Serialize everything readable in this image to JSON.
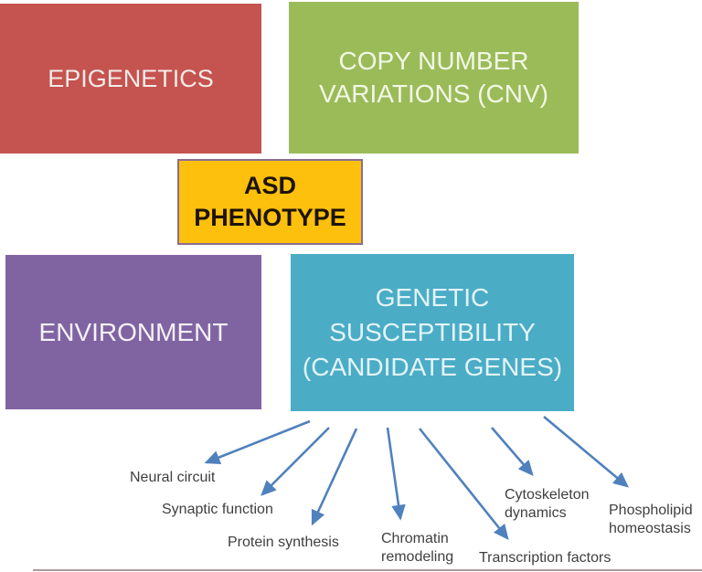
{
  "diagram": {
    "title_context": "ASD phenotype contributing factors diagram",
    "boxes": {
      "epigenetics": {
        "label": "EPIGENETICS",
        "color": "#c5534f"
      },
      "cnv": {
        "line1": "COPY NUMBER",
        "line2": "VARIATIONS (CNV)",
        "color": "#9bbb59"
      },
      "asd_phenotype": {
        "line1": "ASD",
        "line2": "PHENOTYPE",
        "color": "#fcc00d",
        "border_color": "#8a6d92"
      },
      "environment": {
        "label": "ENVIRONMENT",
        "color": "#8064a2"
      },
      "genetic_susceptibility": {
        "line1": "GENETIC",
        "line2": "SUSCEPTIBILITY",
        "line3": "(CANDIDATE GENES)",
        "color": "#4bacc6"
      }
    },
    "arrow_color": "#4f81bd",
    "label_color": "#3f3f3f",
    "targets": [
      {
        "id": "neural-circuit",
        "lines": [
          "Neural circuit"
        ]
      },
      {
        "id": "synaptic-function",
        "lines": [
          "Synaptic function"
        ]
      },
      {
        "id": "protein-synthesis",
        "lines": [
          "Protein synthesis"
        ]
      },
      {
        "id": "chromatin-remodeling",
        "lines": [
          "Chromatin",
          "remodeling"
        ]
      },
      {
        "id": "transcription-factors",
        "lines": [
          "Transcription factors"
        ]
      },
      {
        "id": "cytoskeleton-dynamics",
        "lines": [
          "Cytoskeleton",
          "dynamics"
        ]
      },
      {
        "id": "phospholipid-homeostasis",
        "lines": [
          "Phospholipid",
          "homeostasis"
        ]
      }
    ]
  }
}
